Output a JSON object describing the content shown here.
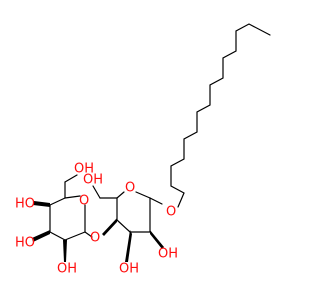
{
  "structure": {
    "labels": {
      "ring_oxygen_left": "O",
      "ring_oxygen_right": "O",
      "glycosidic_oxygen": "O",
      "alkyl_oxygen": "O",
      "ch2oh_left": "OH",
      "ch2oh_right": "OH",
      "oh_4_left": "HO",
      "oh_3_left": "HO",
      "oh_2_left": "OH",
      "oh_3_right": "OH",
      "oh_2_right": "OH"
    },
    "colors": {
      "bond": "#000000",
      "oxygen": "#ff0d0d"
    }
  }
}
